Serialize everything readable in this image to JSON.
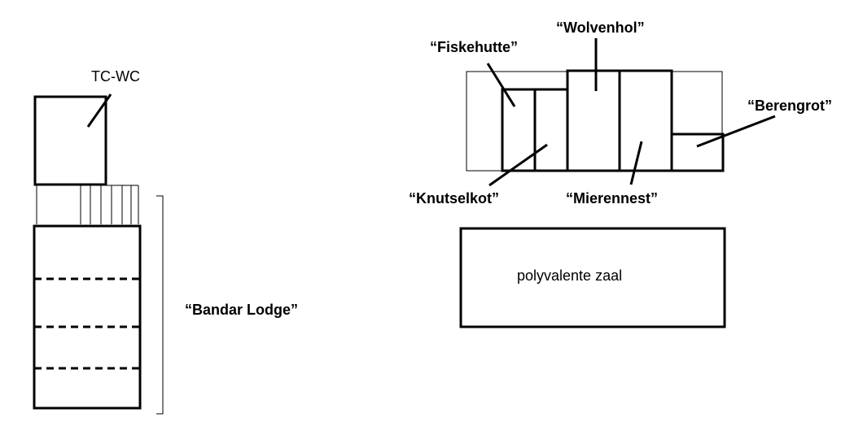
{
  "labels": {
    "tc_wc": "TC-WC",
    "bandar_lodge": "“Bandar Lodge”",
    "fiskehutte": "“Fiskehutte”",
    "wolvenhol": "“Wolvenhol”",
    "berengrot": "“Berengrot”",
    "knutselkot": "“Knutselkot”",
    "mierennest": "“Mierennest”",
    "polyvalente_zaal": "polyvalente zaal"
  }
}
